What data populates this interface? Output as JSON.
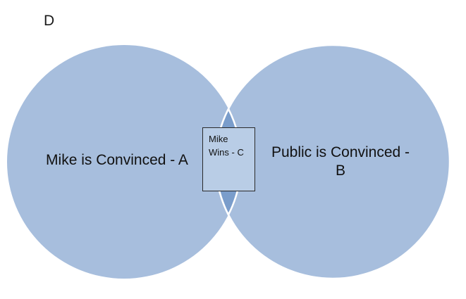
{
  "diagram": {
    "corner_label": "D",
    "circle_a": {
      "label": "Mike is Convinced - A",
      "fill": "#a7bedd"
    },
    "circle_b": {
      "label_lines": [
        "Public is Convinced -",
        "B"
      ],
      "fill": "#a7bedd"
    },
    "intersection": {
      "label_lines": [
        "Mike",
        "Wins - C"
      ],
      "fill": "#7a9dcb",
      "box_fill": "#b9cde6"
    },
    "outline_color": "#ffffff"
  }
}
